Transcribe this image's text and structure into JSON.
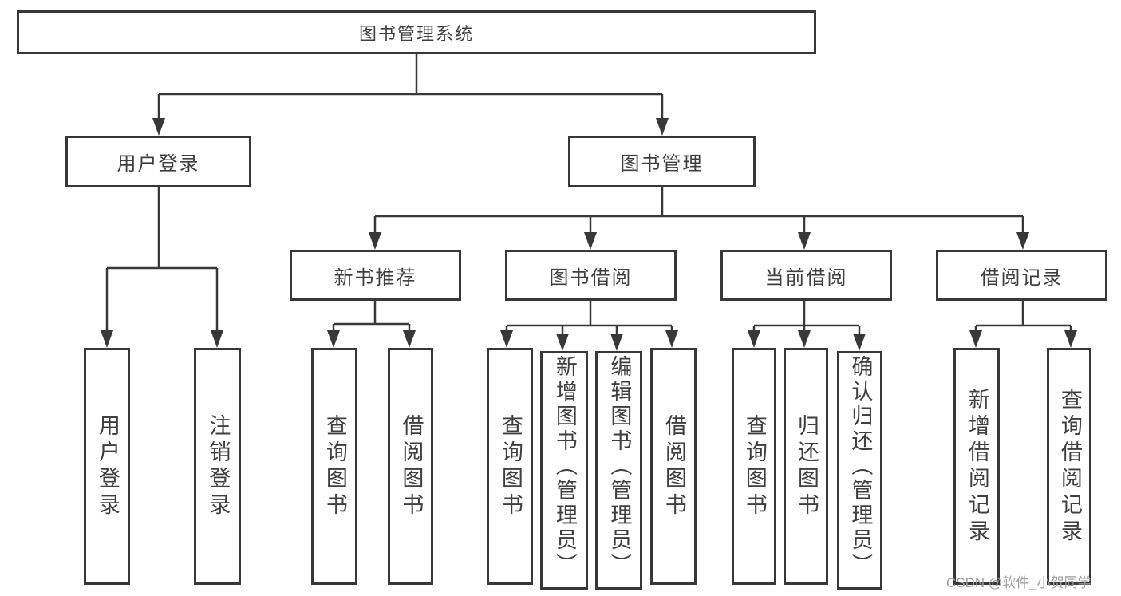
{
  "diagram": {
    "root": {
      "label": "图书管理系统"
    },
    "level2": [
      {
        "id": "user-login",
        "label": "用户登录"
      },
      {
        "id": "book-management",
        "label": "图书管理"
      }
    ],
    "level3": [
      {
        "id": "new-book-recommend",
        "label": "新书推荐"
      },
      {
        "id": "book-borrow",
        "label": "图书借阅"
      },
      {
        "id": "current-borrow",
        "label": "当前借阅"
      },
      {
        "id": "borrow-records",
        "label": "借阅记录"
      }
    ],
    "leaves": [
      {
        "parent": "用户登录",
        "label": "用户登录"
      },
      {
        "parent": "用户登录",
        "label": "注销登录"
      },
      {
        "parent": "新书推荐",
        "label": "查询图书"
      },
      {
        "parent": "新书推荐",
        "label": "借阅图书"
      },
      {
        "parent": "图书借阅",
        "label": "查询图书"
      },
      {
        "parent": "图书借阅",
        "label": "新增图书（管理员）"
      },
      {
        "parent": "图书借阅",
        "label": "编辑图书（管理员）"
      },
      {
        "parent": "图书借阅",
        "label": "借阅图书"
      },
      {
        "parent": "当前借阅",
        "label": "查询图书"
      },
      {
        "parent": "当前借阅",
        "label": "归还图书"
      },
      {
        "parent": "当前借阅",
        "label": "确认归还（管理员）"
      },
      {
        "parent": "借阅记录",
        "label": "新增借阅记录"
      },
      {
        "parent": "借阅记录",
        "label": "查询借阅记录"
      }
    ],
    "colors": {
      "line": "#383838",
      "text": "#3f3f3f",
      "watermark": "#9e9e9e",
      "background": "#ffffff"
    }
  },
  "watermark": {
    "text": "CSDN @软件_小贺同学"
  }
}
